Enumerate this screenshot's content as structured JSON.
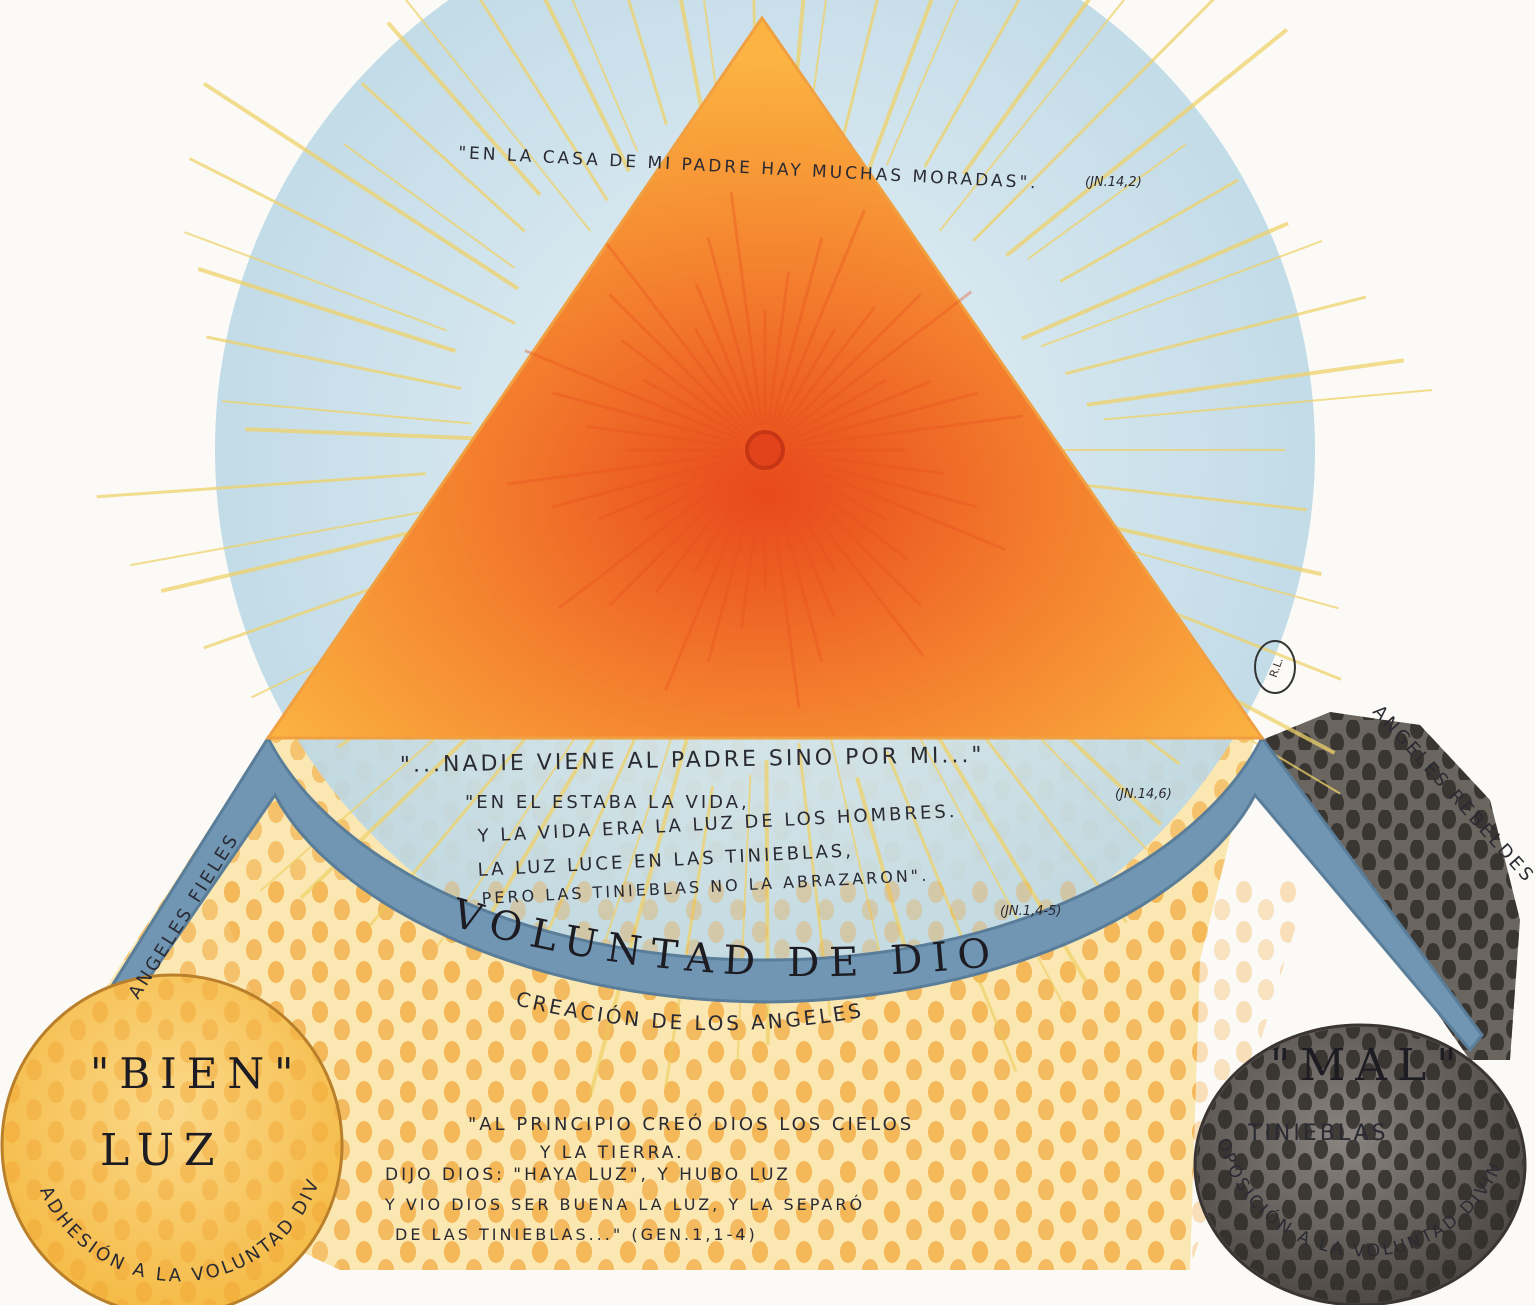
{
  "quotes": {
    "top": "\"EN LA CASA DE MI PADRE HAY MUCHAS MORADAS\".",
    "top_ref": "(JN.14,2)",
    "mid": "\"...NADIE VIENE AL PADRE SINO POR MI...\"",
    "mid_ref": "(JN.14,6)",
    "john_lines": [
      "\"EN EL ESTABA LA VIDA,",
      "Y LA VIDA ERA LA LUZ DE LOS HOMBRES.",
      "LA LUZ LUCE EN LAS TINIEBLAS,",
      "PERO LAS TINIEBLAS NO LA ABRAZARON\"."
    ],
    "john_ref": "(JN.1,4-5)",
    "genesis_lines": [
      "\"AL PRINCIPIO CREÓ DIOS LOS CIELOS",
      "Y LA TIERRA.",
      "DIJO DIOS: \"HAYA LUZ\", Y HUBO LUZ",
      "Y VIO DIOS SER BUENA LA LUZ, Y LA SEPARÓ",
      "DE LAS TINIEBLAS...\" (GEN.1,1-4)"
    ]
  },
  "labels": {
    "voluntad": "VOLUNTAD DE DIOS",
    "creacion": "CREACIÓN DE LOS ANGELES",
    "fieles": "ANGELES FIELES",
    "rebeldes": "ANGELES REBELDES",
    "bien": "\"BIEN\"",
    "luz": "LUZ",
    "adhesion": "ADHESIÓN A LA VOLUNTAD DIVINA",
    "mal": "\"MAL\"",
    "tinieblas": "TINIEBLAS",
    "oposicion": "OPOSICIÓN A LA VOLUNTAD DIVINA"
  },
  "signature": "R.L.",
  "colors": {
    "sky": "#cfe3ee",
    "triangle": "#f7a13a",
    "triangle_core": "#ee5a22",
    "rays": "#efd26a",
    "band": "#7096b4",
    "light": "#f6c657",
    "dark": "#4d4945",
    "ink": "#2a2a33"
  }
}
